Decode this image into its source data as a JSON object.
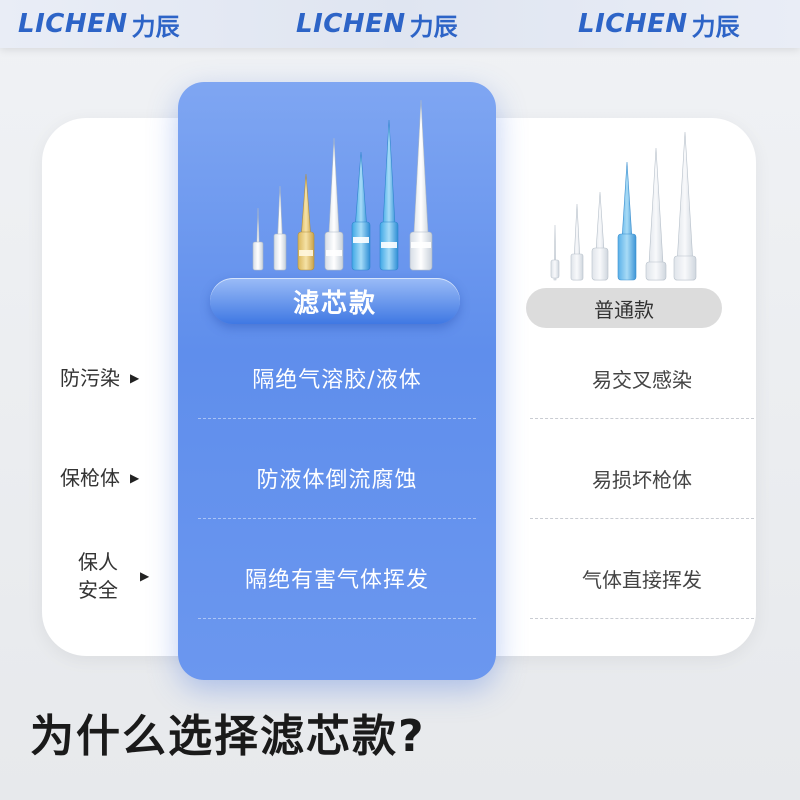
{
  "brand": {
    "latin": "LICHEN",
    "cjk": "力辰"
  },
  "filter_label": "滤芯款",
  "normal_label": "普通款",
  "rows": [
    {
      "label_lines": [
        "防污染"
      ],
      "filter": "隔绝气溶胶/液体",
      "normal": "易交叉感染"
    },
    {
      "label_lines": [
        "保枪体"
      ],
      "filter": "防液体倒流腐蚀",
      "normal": "易损坏枪体"
    },
    {
      "label_lines": [
        "保人",
        "安全"
      ],
      "filter": "隔绝有害气体挥发",
      "normal": "气体直接挥发"
    }
  ],
  "bottom_title": "为什么选择滤芯款?",
  "colors": {
    "brand": "#2d64c7",
    "highlight": "#5f8eec",
    "neutral_pill": "#dcdcdc"
  }
}
